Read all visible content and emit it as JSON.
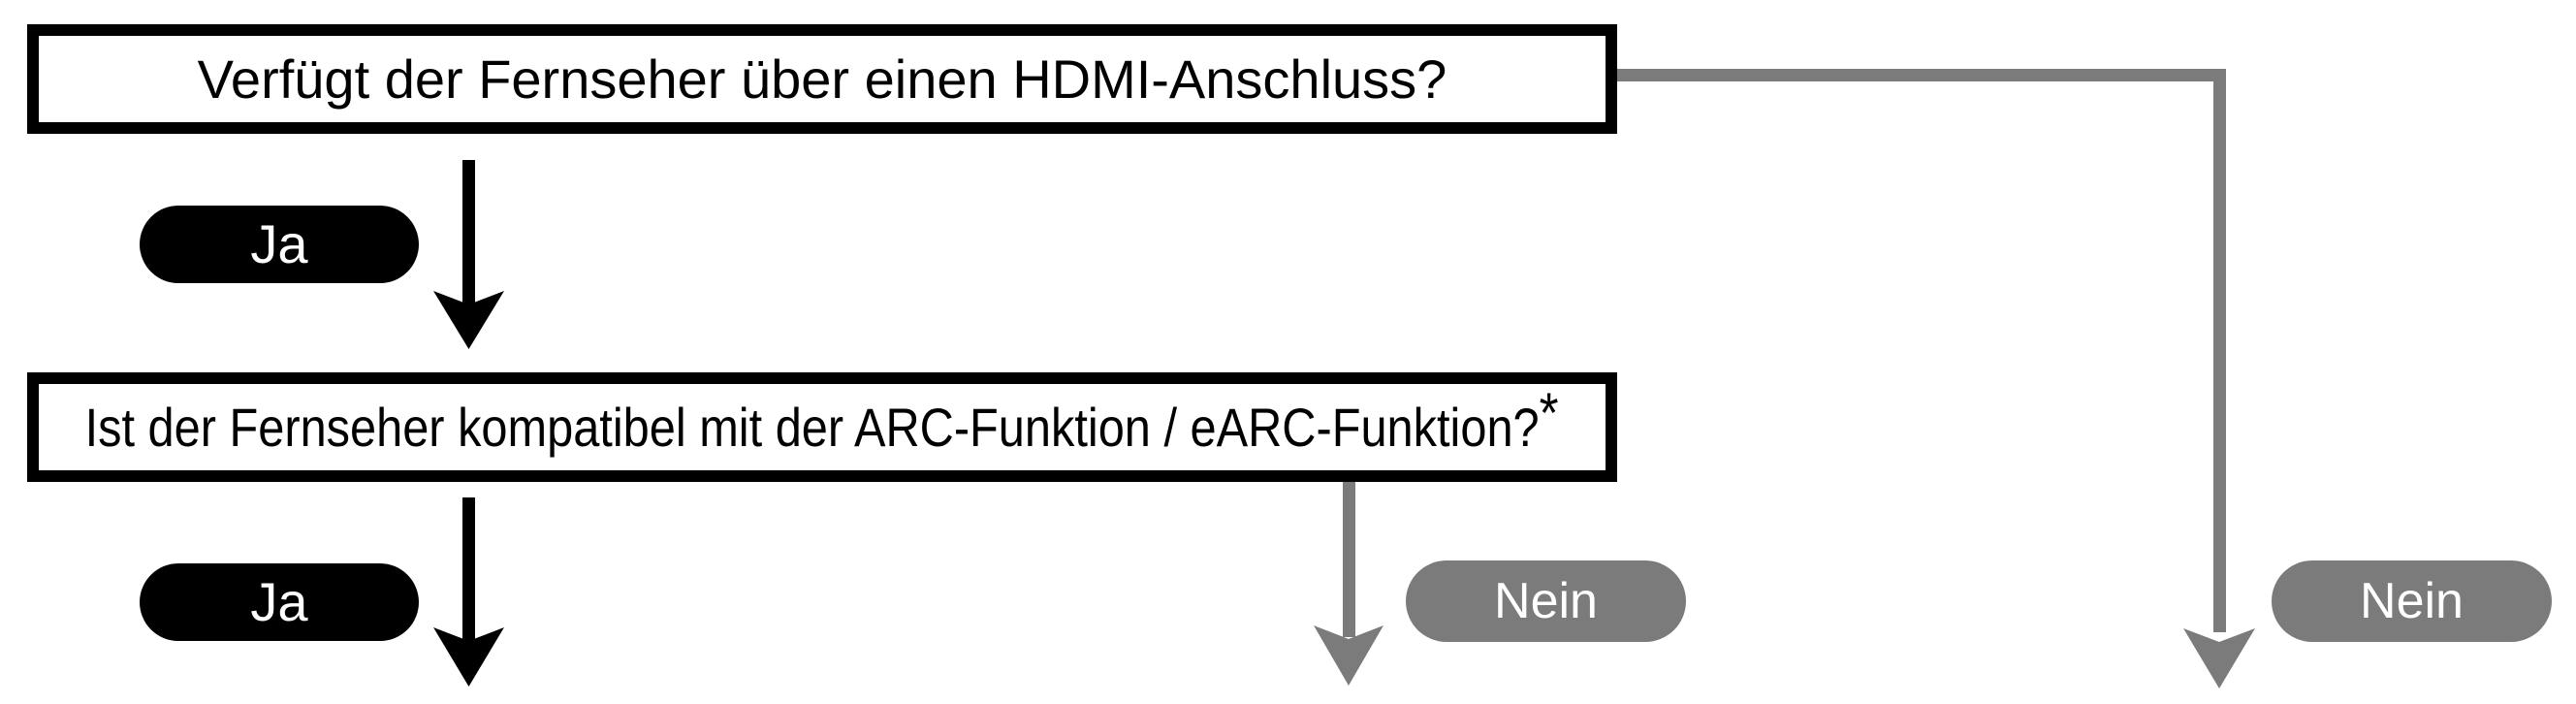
{
  "flowchart": {
    "boxes": [
      {
        "id": "hdmi-question",
        "text": "Verfügt der Fernseher über einen HDMI-Anschluss?"
      },
      {
        "id": "arc-question",
        "text": "Ist der Fernseher kompatibel mit der ARC-Funktion / eARC-Funktion?",
        "footnote_marker": "*"
      }
    ],
    "badges": [
      {
        "id": "ja-1",
        "label": "Ja"
      },
      {
        "id": "ja-2",
        "label": "Ja"
      },
      {
        "id": "nein-arc",
        "label": "Nein"
      },
      {
        "id": "nein-hdmi",
        "label": "Nein"
      }
    ],
    "connectors": [
      {
        "id": "hdmi-yes",
        "type": "arrow-down",
        "color": "black",
        "from": "hdmi-question",
        "label": "Ja"
      },
      {
        "id": "arc-yes",
        "type": "arrow-down",
        "color": "black",
        "from": "arc-question",
        "label": "Ja"
      },
      {
        "id": "arc-no",
        "type": "arrow-down",
        "color": "gray",
        "from": "arc-question",
        "label": "Nein"
      },
      {
        "id": "hdmi-no",
        "type": "elbow-arrow-down",
        "color": "gray",
        "from": "hdmi-question",
        "label": "Nein"
      }
    ]
  },
  "colors": {
    "background": "#ffffff",
    "box_border": "#000000",
    "box_text": "#000000",
    "yes_badge": "#000000",
    "no_badge": "#7b7b7b",
    "badge_text": "#ffffff",
    "connector_black": "#000000",
    "connector_gray": "#7b7b7b"
  }
}
